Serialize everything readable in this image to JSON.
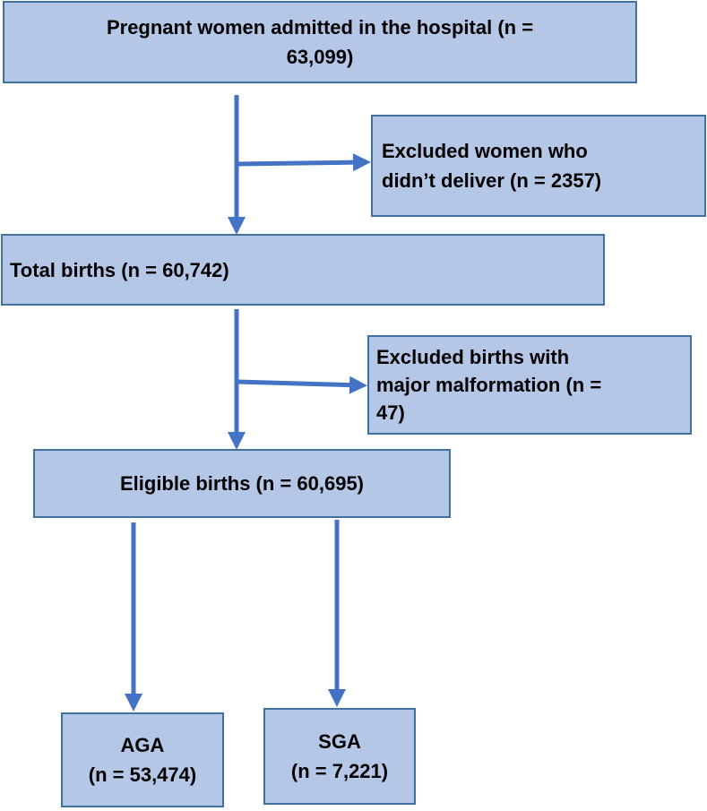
{
  "flowchart": {
    "boxes": {
      "admitted": "Pregnant women admitted in the hospital  (n =\n63,099)",
      "excluded_not_delivered": "Excluded women who\ndidn’t deliver (n = 2357)",
      "total_births": "Total  births (n = 60,742)",
      "excluded_malformation": "Excluded births with\nmajor malformation (n =\n47)",
      "eligible_births": "Eligible births (n = 60,695)",
      "aga": "AGA\n(n = 53,474)",
      "sga": "SGA\n(n = 7,221)"
    },
    "colors": {
      "box_fill": "#b4c7e7",
      "box_border": "#41719c",
      "arrow": "#4472c4"
    }
  }
}
